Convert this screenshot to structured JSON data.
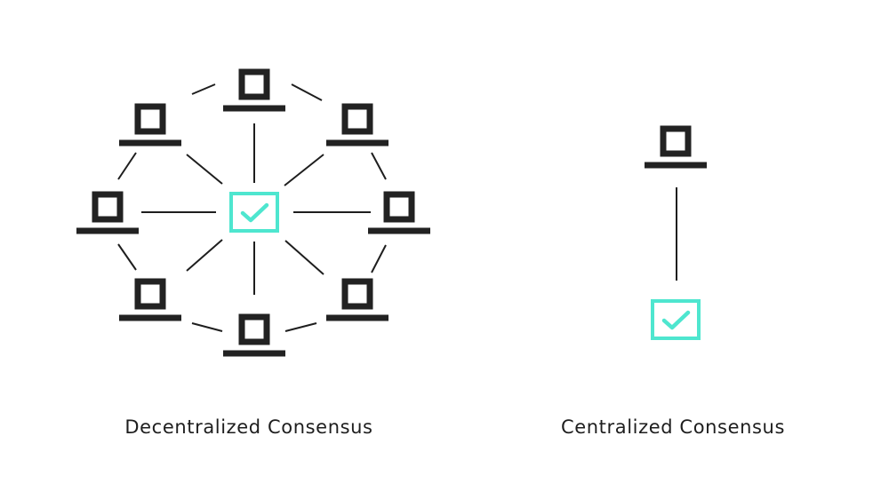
{
  "colors": {
    "node": "#222222",
    "check": "#4ee6cf",
    "line": "#1e1e1e"
  },
  "icons": {
    "node": "computer-node-icon",
    "validator": "checkmark-box-icon"
  },
  "decentralized": {
    "caption": "Decentralized Consensus",
    "node_count": 8
  },
  "centralized": {
    "caption": "Centralized Consensus",
    "node_count": 1
  }
}
